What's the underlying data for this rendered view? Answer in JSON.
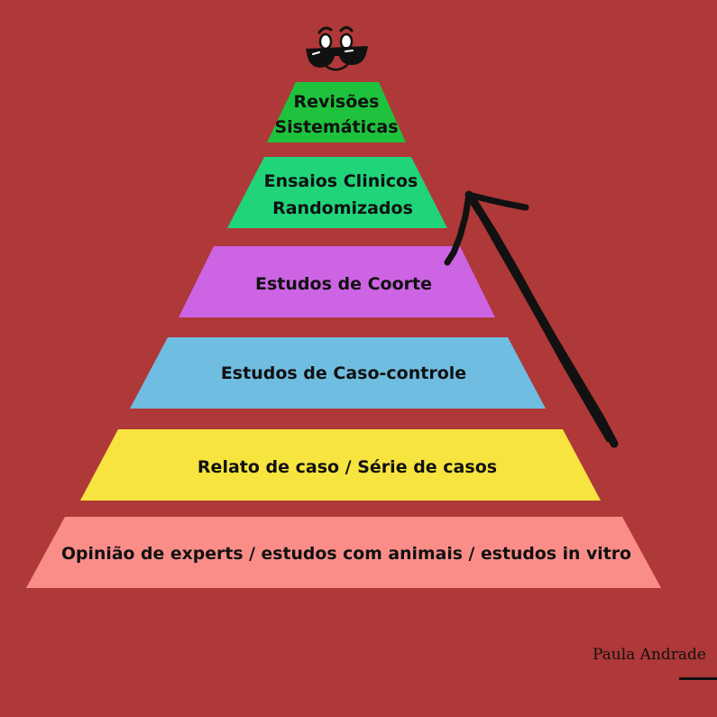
{
  "tiers": [
    {
      "lines": [
        "Revisões",
        "Sistemáticas"
      ],
      "color": "#1ec23c"
    },
    {
      "lines": [
        "Ensaios Clinicos",
        "Randomizados"
      ],
      "color": "#20d47a"
    },
    {
      "lines": [
        "Estudos de Coorte"
      ],
      "color": "#cd64e4"
    },
    {
      "lines": [
        "Estudos de Caso-controle"
      ],
      "color": "#6fbde0"
    },
    {
      "lines": [
        "Relato de caso / Série de casos"
      ],
      "color": "#f7e43f"
    },
    {
      "lines": [
        "Opinião de experts / estudos com animais / estudos in vitro"
      ],
      "color": "#fb8d89"
    }
  ],
  "author": "Paula Andrade",
  "icons": {
    "mascot": "sunglasses-emoji-icon",
    "arrow": "hand-drawn-up-arrow-icon"
  },
  "colors": {
    "background": "#af3838",
    "text": "#111111",
    "ink": "#111111"
  }
}
